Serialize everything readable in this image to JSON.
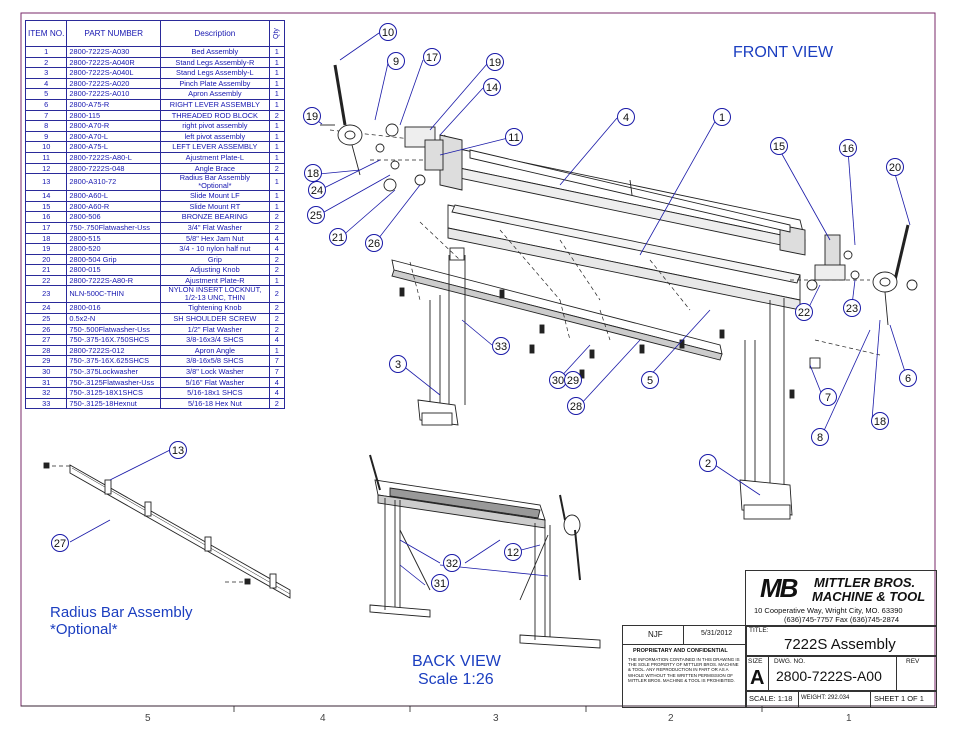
{
  "bom": {
    "headers": {
      "item": "ITEM NO.",
      "part": "PART NUMBER",
      "desc": "Description",
      "qty": "Qty"
    },
    "rows": [
      [
        "1",
        "2800-7222S-A030",
        "Bed Assembly",
        "1"
      ],
      [
        "2",
        "2800-7222S-A040R",
        "Stand Legs Assembly-R",
        "1"
      ],
      [
        "3",
        "2800-7222S-A040L",
        "Stand Legs Assembly-L",
        "1"
      ],
      [
        "4",
        "2800-7222S-A020",
        "Pinch Plate Assemlby",
        "1"
      ],
      [
        "5",
        "2800-7222S-A010",
        "Apron Assembly",
        "1"
      ],
      [
        "6",
        "2800-A75-R",
        "RIGHT LEVER ASSEMBLY",
        "1"
      ],
      [
        "7",
        "2800-115",
        "THREADED ROD BLOCK",
        "2"
      ],
      [
        "8",
        "2800-A70-R",
        "right pivot assembly",
        "1"
      ],
      [
        "9",
        "2800-A70-L",
        "left pivot assembly",
        "1"
      ],
      [
        "10",
        "2800-A75-L",
        "LEFT LEVER ASSEMBLY",
        "1"
      ],
      [
        "11",
        "2800-7222S-A80-L",
        "Ajustment Plate-L",
        "1"
      ],
      [
        "12",
        "2800-7222S-048",
        "Angle Brace",
        "2"
      ],
      [
        "13",
        "2800-A310-72",
        "Radius Bar Assembly *Optional*",
        "1"
      ],
      [
        "14",
        "2800-A60-L",
        "Slide Mount LF",
        "1"
      ],
      [
        "15",
        "2800-A60-R",
        "Slide Mount RT",
        "1"
      ],
      [
        "16",
        "2800-506",
        "BRONZE BEARING",
        "2"
      ],
      [
        "17",
        "750-.750Flatwasher-Uss",
        "3/4\" Flat Washer",
        "2"
      ],
      [
        "18",
        "2800-515",
        "5/8\" Hex Jam Nut",
        "4"
      ],
      [
        "19",
        "2800-520",
        "3/4 - 10 nylon half nut",
        "4"
      ],
      [
        "20",
        "2800-504 Grip",
        "Grip",
        "2"
      ],
      [
        "21",
        "2800-015",
        "Adjusting Knob",
        "2"
      ],
      [
        "22",
        "2800-7222S-A80-R",
        "Ajustment Plate-R",
        "1"
      ],
      [
        "23",
        "NLN-500C-THIN",
        "NYLON INSERT LOCKNUT, 1/2-13 UNC, THIN",
        "2"
      ],
      [
        "24",
        "2800-016",
        "Tightening Knob",
        "2"
      ],
      [
        "25",
        "0.5x2-N",
        "SH SHOULDER SCREW",
        "2"
      ],
      [
        "26",
        "750-.500Flatwasher-Uss",
        "1/2\" Flat Washer",
        "2"
      ],
      [
        "27",
        "750-.375-16X.750SHCS",
        "3/8-16x3/4 SHCS",
        "4"
      ],
      [
        "28",
        "2800-7222S-012",
        "Apron Angle",
        "1"
      ],
      [
        "29",
        "750-.375-16X.625SHCS",
        "3/8-16x5/8 SHCS",
        "7"
      ],
      [
        "30",
        "750-.375Lockwasher",
        "3/8\" Lock Washer",
        "7"
      ],
      [
        "31",
        "750-.3125Flatwasher-Uss",
        "5/16\" Flat Washer",
        "4"
      ],
      [
        "32",
        "750-.3125-18X1SHCS",
        "5/16-18x1 SHCS",
        "4"
      ],
      [
        "33",
        "750-.3125-18Hexnut",
        "5/16-18 Hex Nut",
        "2"
      ]
    ]
  },
  "views": {
    "front": "FRONT VIEW",
    "radius_line1": "Radius Bar Assembly",
    "radius_line2": "*Optional*",
    "back_line1": "BACK VIEW",
    "back_line2": "Scale 1:26"
  },
  "balloons": [
    "10",
    "9",
    "17",
    "19",
    "14",
    "11",
    "4",
    "1",
    "15",
    "16",
    "20",
    "19",
    "18",
    "24",
    "25",
    "21",
    "26",
    "33",
    "3",
    "30",
    "29",
    "28",
    "5",
    "7",
    "22",
    "23",
    "6",
    "18",
    "8",
    "2",
    "13",
    "27",
    "32",
    "12",
    "31"
  ],
  "zones": [
    "5",
    "4",
    "3",
    "2",
    "1"
  ],
  "title_block": {
    "company_line1": "MITTLER BROS.",
    "company_line2": "MACHINE & TOOL",
    "logo": "MB",
    "address": "10 Cooperative Way, Wright City, MO. 63390",
    "phone": "(636)745-7757  Fax (636)745-2874",
    "drawn_by": "NJF",
    "date": "5/31/2012",
    "prop_title": "PROPRIETARY AND CONFIDENTIAL",
    "prop_text": "THE INFORMATION CONTAINED IN THIS DRAWING IS THE SOLE PROPERTY OF MITTLER BROS. MACHINE & TOOL. ANY REPRODUCTION IN PART OR AS A WHOLE WITHOUT THE WRITTEN PERMISSION OF MITTLER BROS. MACHINE & TOOL IS PROHIBITED.",
    "title_label": "TITLE:",
    "title": "7222S Assembly",
    "size_label": "SIZE",
    "size": "A",
    "dwg_label": "DWG.  NO.",
    "dwg_no": "2800-7222S-A00",
    "rev_label": "REV",
    "scale": "SCALE: 1:18",
    "weight": "WEIGHT: 292.034",
    "sheet": "SHEET 1 OF 1"
  }
}
